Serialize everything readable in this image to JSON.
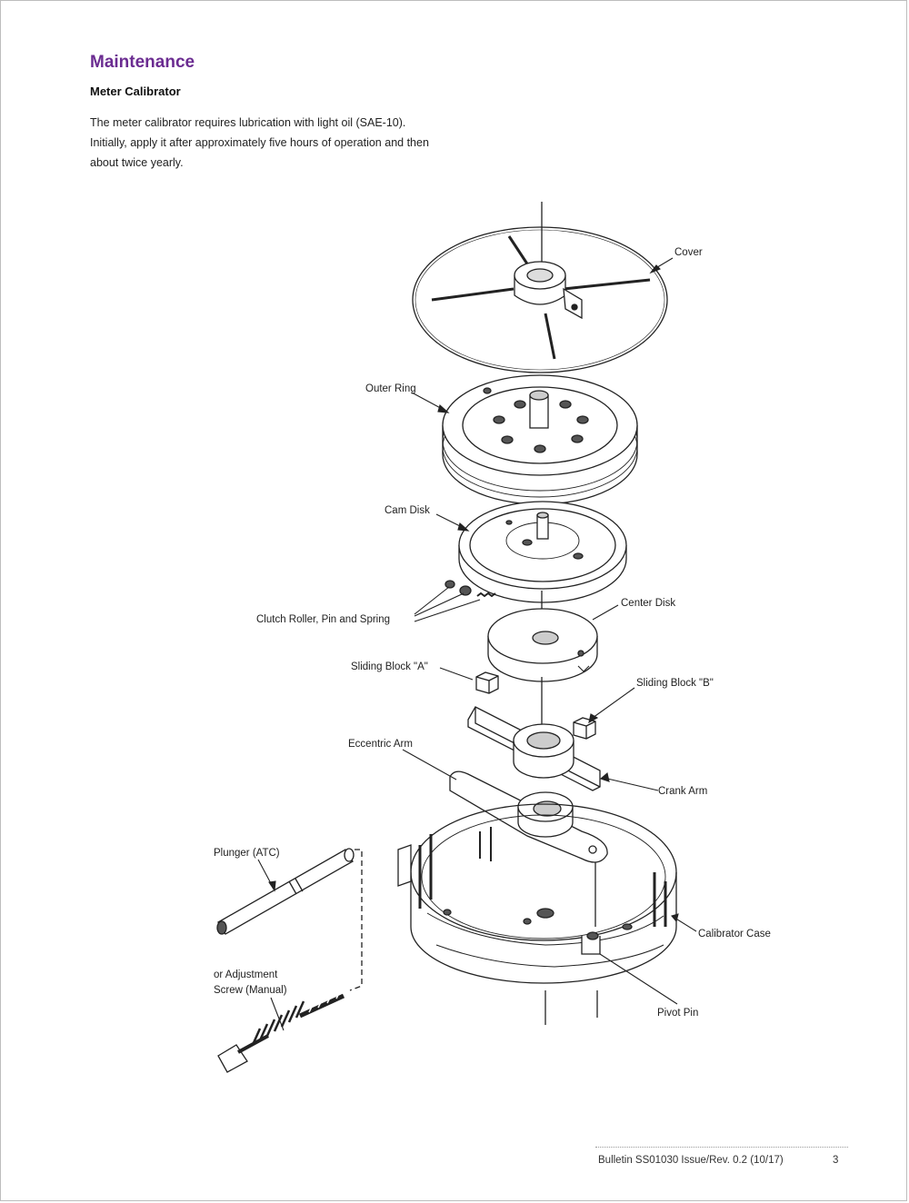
{
  "section_title": "Maintenance",
  "subsection_title": "Meter Calibrator",
  "body": "The meter calibrator requires lubrication with light oil (SAE-10). Initially, apply it after approximately five hours of operation and then about twice yearly.",
  "diagram_labels": {
    "cover": "Cover",
    "outer_ring": "Outer Ring",
    "cam_disk": "Cam Disk",
    "center_disk": "Center Disk",
    "clutch": "Clutch Roller, Pin and Spring",
    "sliding_block_a": "Sliding Block \"A\"",
    "sliding_block_b": "Sliding Block \"B\"",
    "eccentric_arm": "Eccentric Arm",
    "crank_arm": "Crank Arm",
    "plunger": "Plunger (ATC)",
    "adjustment_line1": "or Adjustment",
    "adjustment_line2": "Screw (Manual)",
    "calibrator_case": "Calibrator Case",
    "pivot_pin": "Pivot Pin"
  },
  "footer": {
    "bulletin": "Bulletin SS01030 Issue/Rev. 0.2 (10/17)",
    "page_number": "3"
  }
}
